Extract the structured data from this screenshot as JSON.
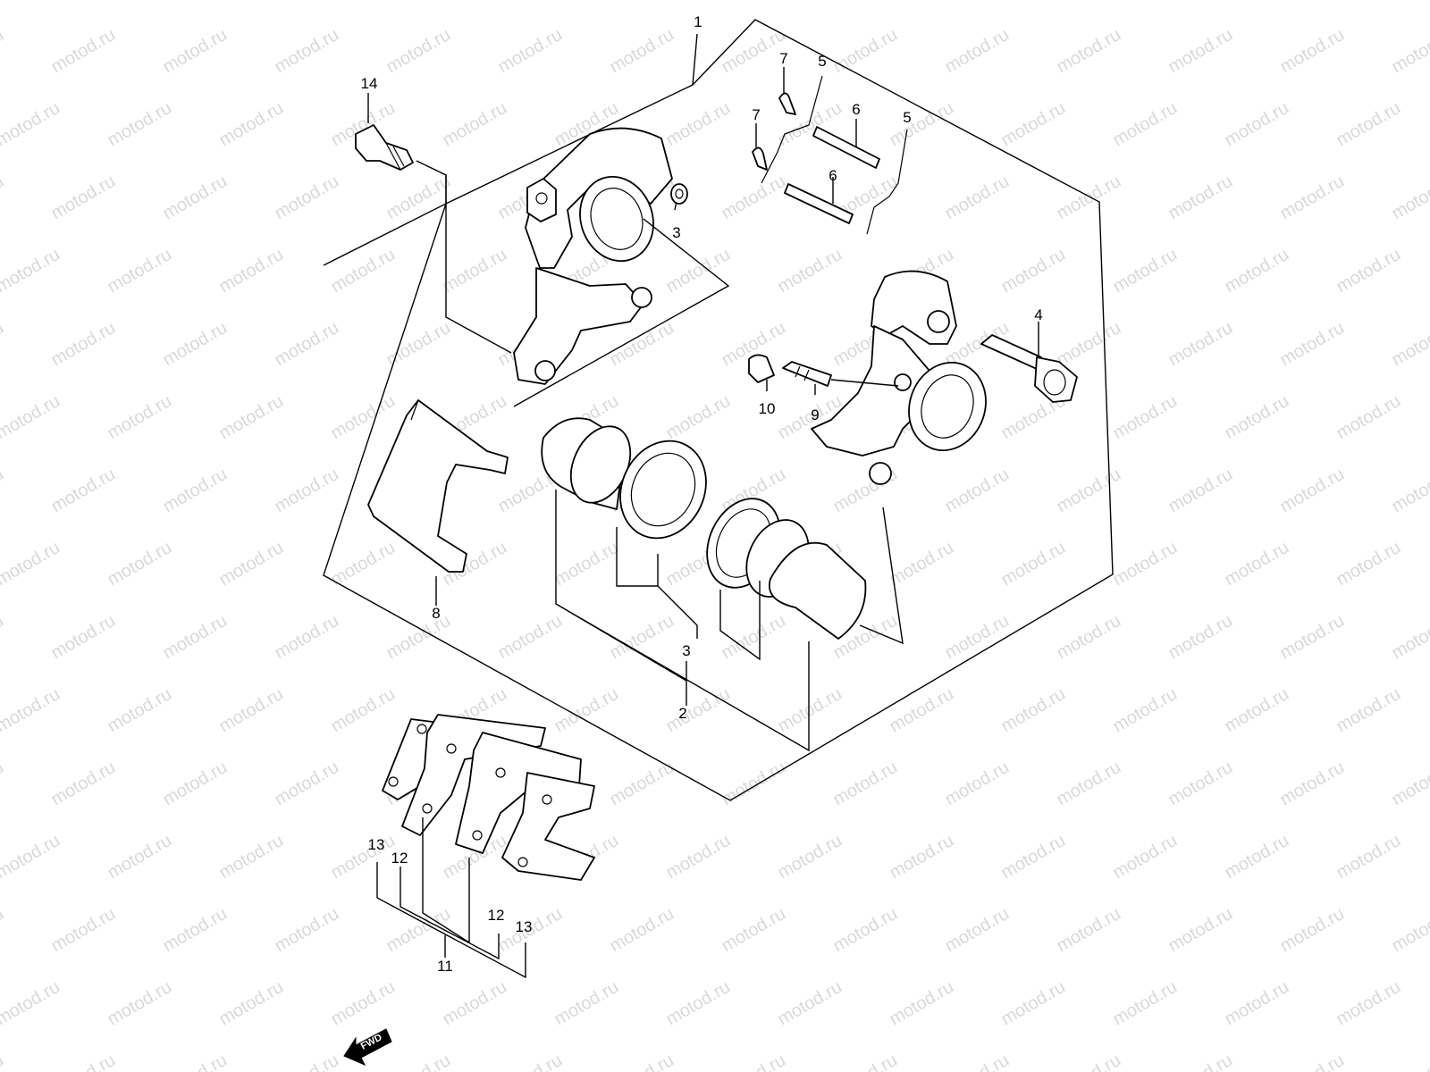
{
  "watermark": {
    "text": "motod.ru"
  },
  "callouts": [
    {
      "id": "c1",
      "label": "1"
    },
    {
      "id": "c14",
      "label": "14"
    },
    {
      "id": "c7a",
      "label": "7"
    },
    {
      "id": "c7b",
      "label": "7"
    },
    {
      "id": "c5a",
      "label": "5"
    },
    {
      "id": "c5b",
      "label": "5"
    },
    {
      "id": "c6a",
      "label": "6"
    },
    {
      "id": "c6b",
      "label": "6"
    },
    {
      "id": "c3a",
      "label": "3"
    },
    {
      "id": "c4",
      "label": "4"
    },
    {
      "id": "c10",
      "label": "10"
    },
    {
      "id": "c9",
      "label": "9"
    },
    {
      "id": "c8",
      "label": "8"
    },
    {
      "id": "c3b",
      "label": "3"
    },
    {
      "id": "c2",
      "label": "2"
    },
    {
      "id": "c13a",
      "label": "13"
    },
    {
      "id": "c12a",
      "label": "12"
    },
    {
      "id": "c12b",
      "label": "12"
    },
    {
      "id": "c13b",
      "label": "13"
    },
    {
      "id": "c11",
      "label": "11"
    }
  ],
  "fwd": {
    "label": "FWD"
  }
}
